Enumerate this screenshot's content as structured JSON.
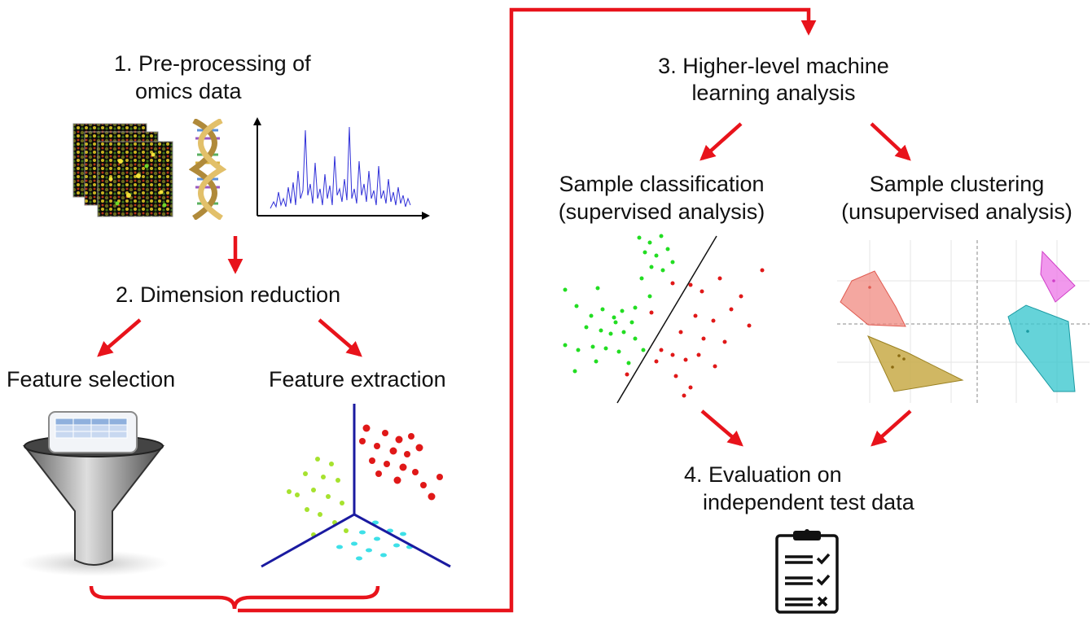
{
  "steps": {
    "step1": {
      "line1": "1. Pre-processing of",
      "line2": "omics data"
    },
    "step2": {
      "title": "2. Dimension reduction",
      "left": "Feature selection",
      "right": "Feature extraction"
    },
    "step3": {
      "line1": "3. Higher-level machine",
      "line2": "learning analysis"
    },
    "classification": {
      "line1": "Sample classification",
      "line2": "(supervised analysis)"
    },
    "clustering": {
      "line1": "Sample clustering",
      "line2": "(unsupervised analysis)"
    },
    "step4": {
      "line1": "4. Evaluation on",
      "line2": "independent test data"
    }
  },
  "icons": [
    "microarray-icon",
    "dna-helix-icon",
    "spectrum-plot-icon",
    "filter-funnel-icon",
    "3d-scatter-icon",
    "classification-scatter-icon",
    "cluster-plot-icon",
    "clipboard-checklist-icon"
  ],
  "colors": {
    "arrow": "#e8131b",
    "green_points": "#22dd22",
    "red_points": "#e01818",
    "spectrum": "#2f2fd8",
    "axes_3d": "#1a1aa0"
  }
}
